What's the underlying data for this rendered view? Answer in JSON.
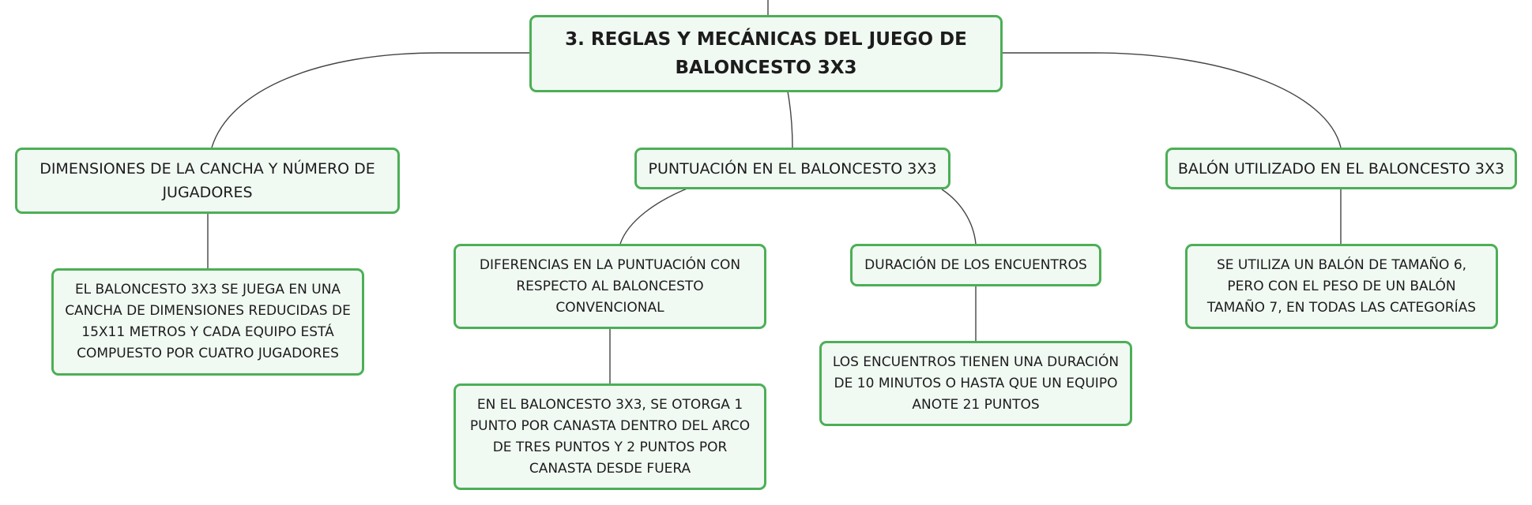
{
  "diagram": {
    "type": "mind-map",
    "colors": {
      "node_border": "#4caf56",
      "node_fill": "#f1f9f3",
      "connector": "#444444",
      "text": "#1c1c1c"
    },
    "root": {
      "text": "3. REGLAS Y MECÁNICAS DEL JUEGO DE BALONCESTO 3X3"
    },
    "branches": {
      "court": {
        "title": "DIMENSIONES DE LA CANCHA Y NÚMERO DE JUGADORES",
        "detail": "EL BALONCESTO 3X3 SE JUEGA EN UNA CANCHA DE DIMENSIONES REDUCIDAS DE 15X11 METROS Y CADA EQUIPO ESTÁ COMPUESTO POR CUATRO JUGADORES"
      },
      "scoring": {
        "title": "PUNTUACIÓN EN EL BALONCESTO 3X3",
        "differences": {
          "title": "DIFERENCIAS EN LA PUNTUACIÓN CON RESPECTO AL BALONCESTO CONVENCIONAL",
          "detail": "EN EL BALONCESTO 3X3, SE OTORGA 1 PUNTO POR CANASTA DENTRO DEL ARCO DE TRES PUNTOS Y 2 PUNTOS POR CANASTA DESDE FUERA"
        },
        "duration": {
          "title": "DURACIÓN DE LOS ENCUENTROS",
          "detail": "LOS ENCUENTROS TIENEN UNA DURACIÓN DE 10 MINUTOS O HASTA QUE UN EQUIPO ANOTE 21 PUNTOS"
        }
      },
      "ball": {
        "title": "BALÓN UTILIZADO EN EL BALONCESTO 3X3",
        "detail": "SE UTILIZA UN BALÓN DE TAMAÑO 6, PERO CON EL PESO DE UN BALÓN TAMAÑO 7, EN TODAS LAS CATEGORÍAS"
      }
    }
  }
}
